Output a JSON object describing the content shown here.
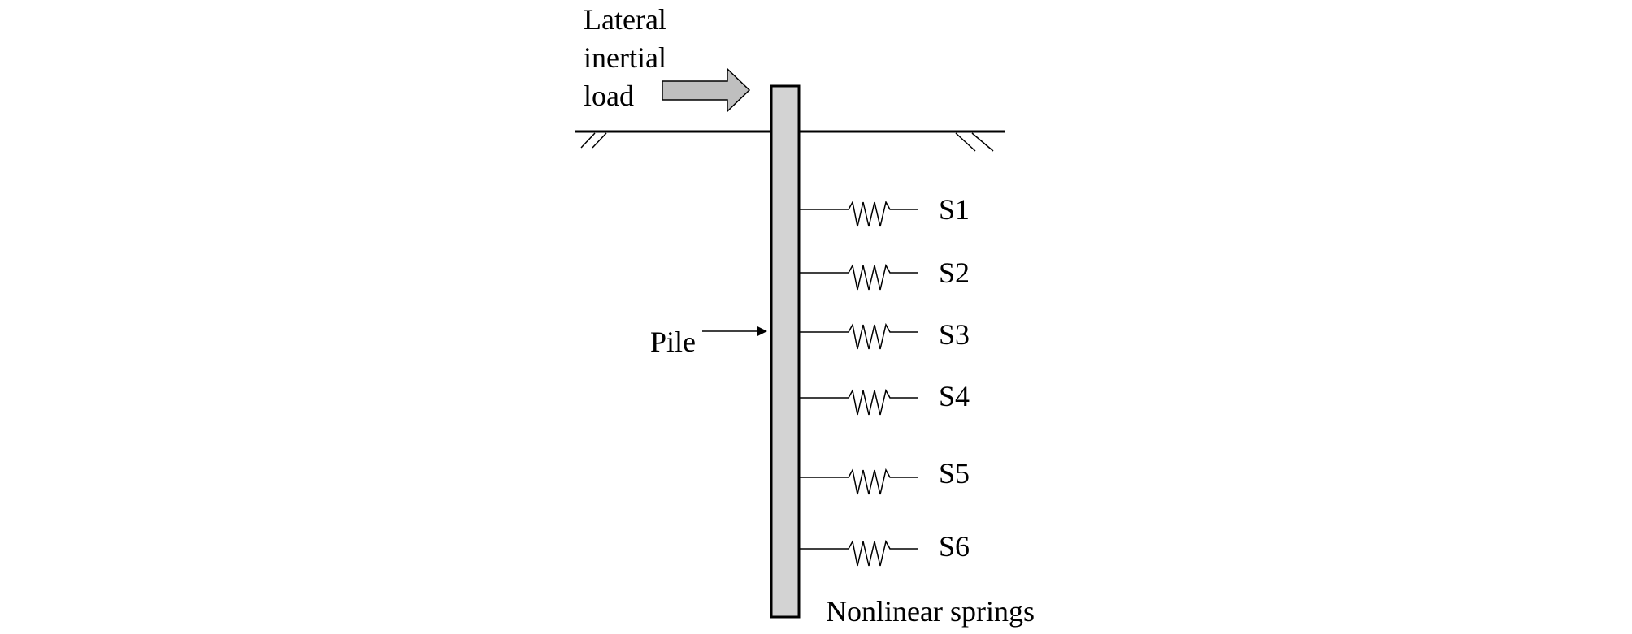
{
  "load_label": [
    "Lateral",
    "inertial",
    "load"
  ],
  "pile_label": "Pile",
  "springs": [
    "S1",
    "S2",
    "S3",
    "S4",
    "S5",
    "S6"
  ],
  "springs_caption": "Nonlinear springs",
  "colors": {
    "pile_fill": "#d3d3d3",
    "arrow_fill": "#bfbfbf",
    "stroke": "#000000"
  }
}
